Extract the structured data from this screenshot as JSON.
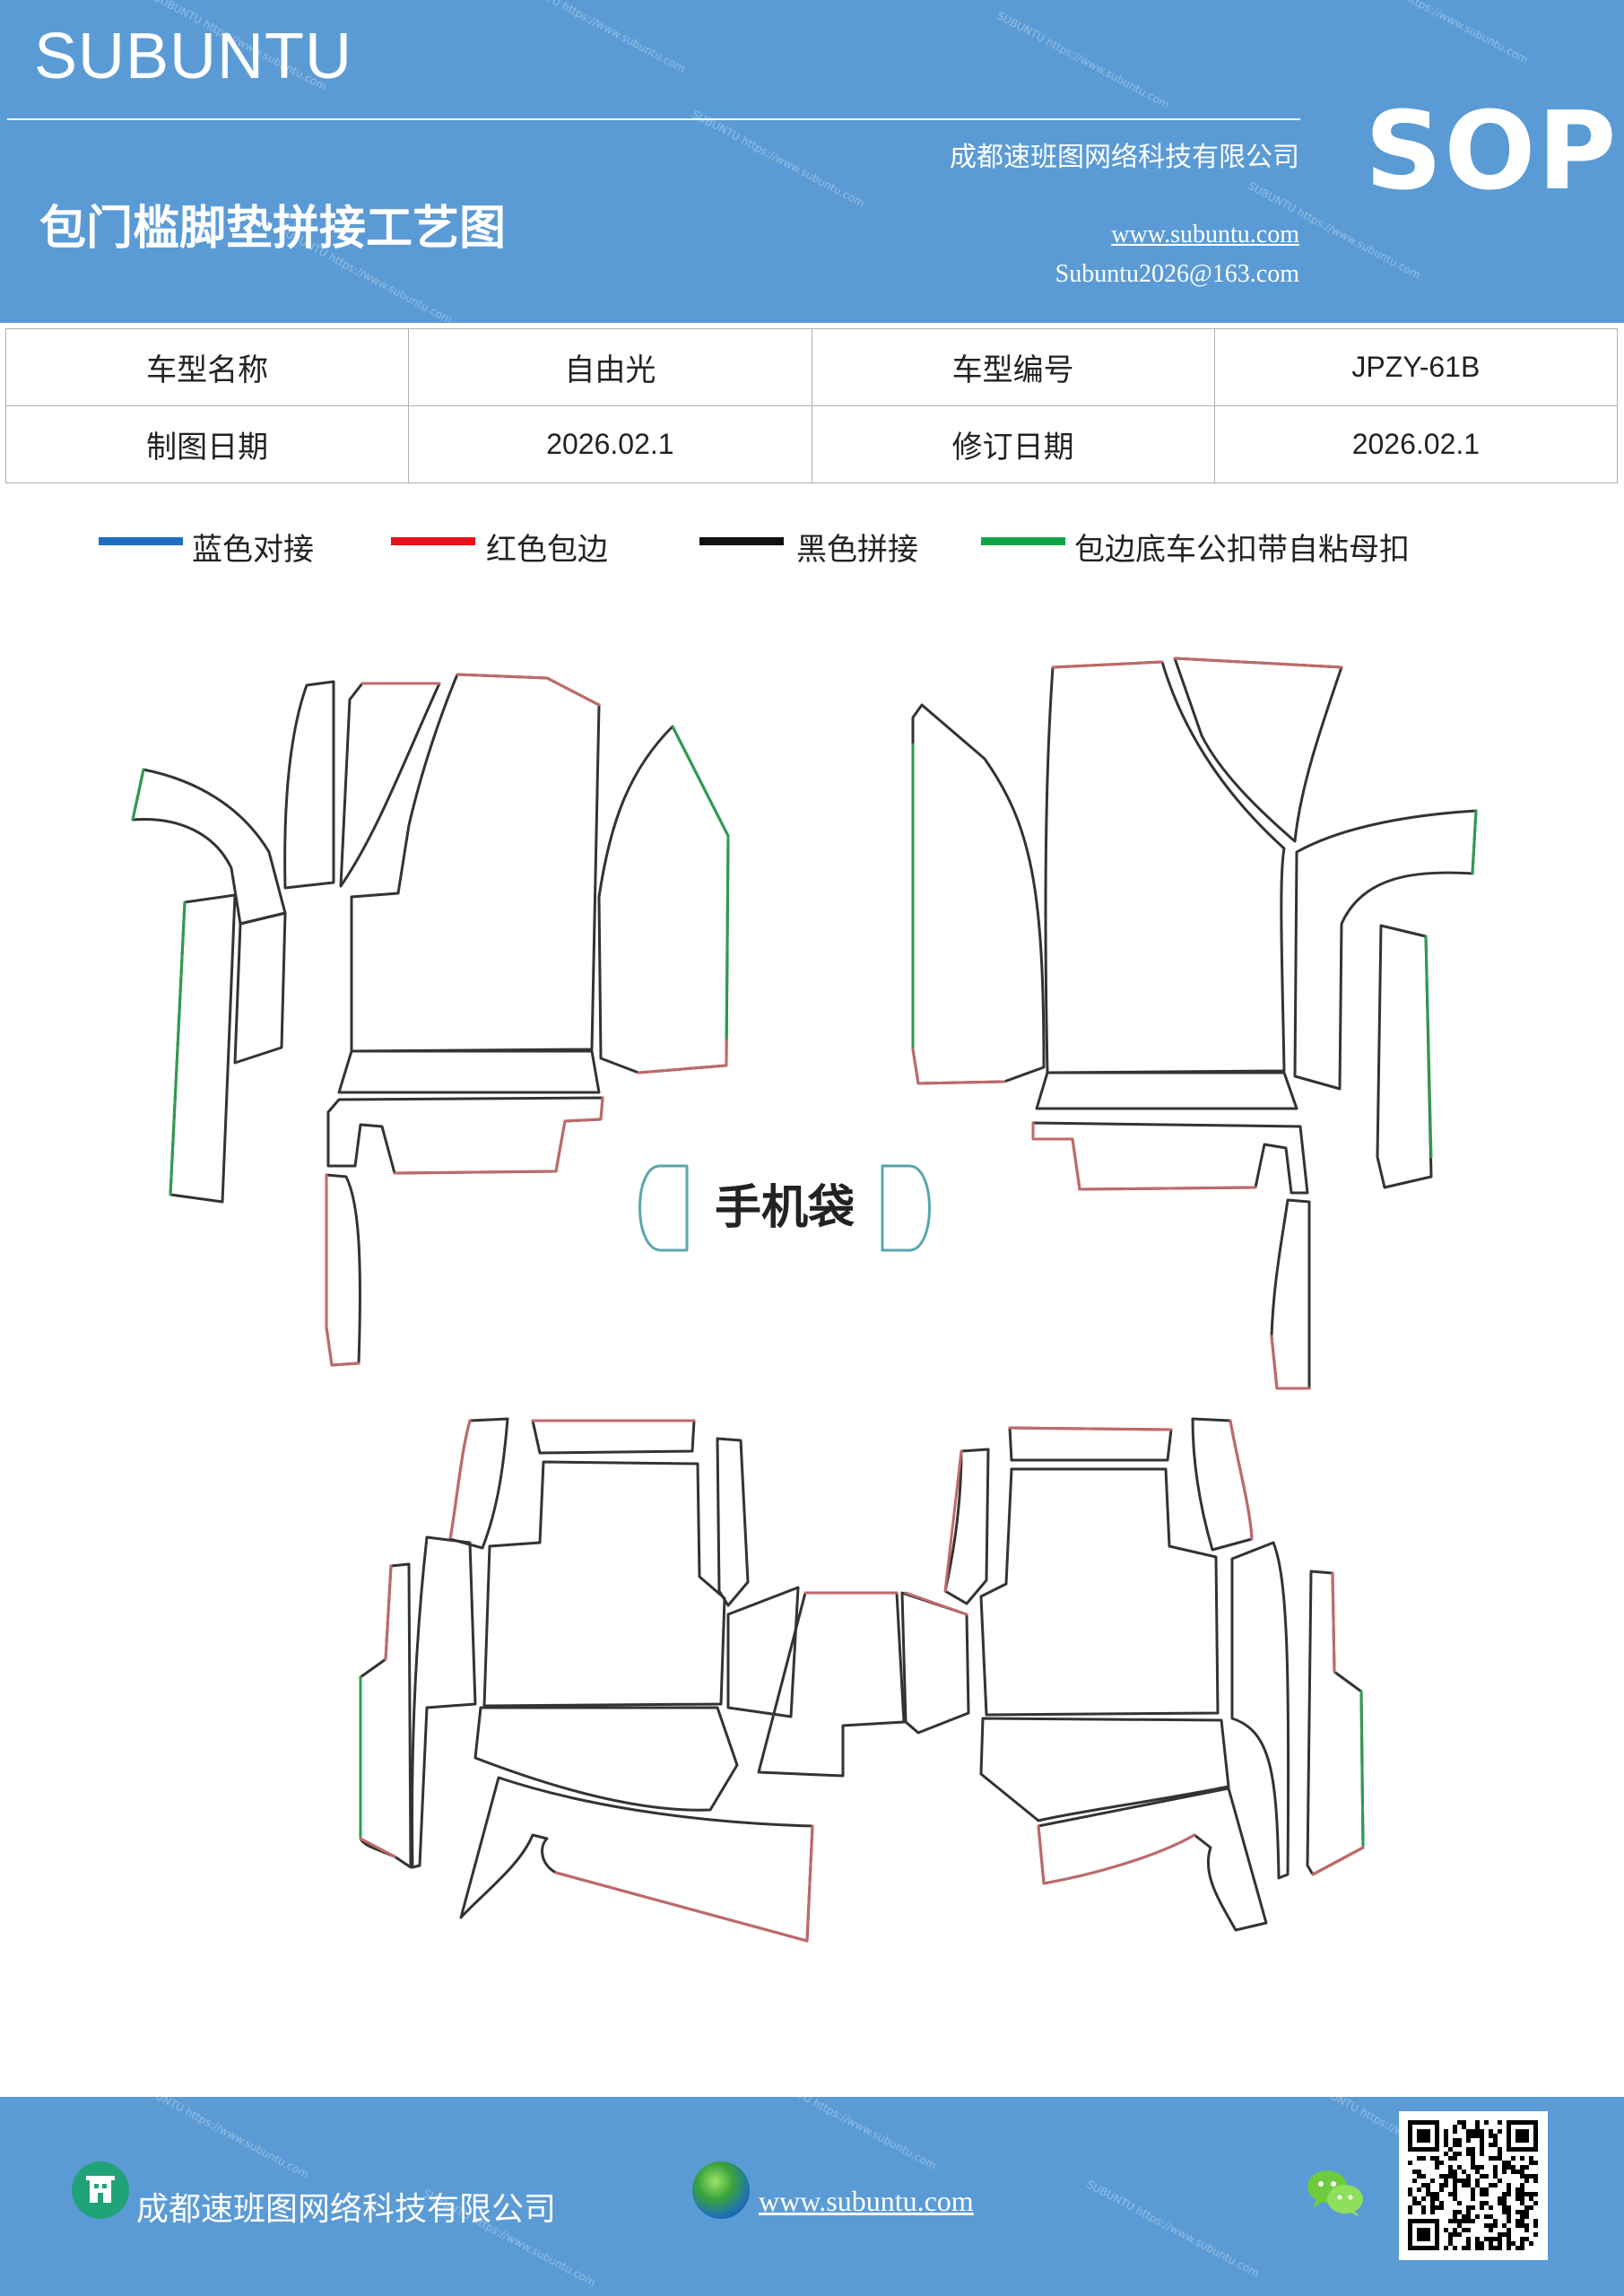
{
  "header": {
    "brand": "SUBUNTU",
    "company": "成都速班图网络科技有限公司",
    "title": "包门槛脚垫拼接工艺图",
    "website": "www.subuntu.com",
    "email": "Subuntu2026@163.com",
    "badge": "SOP"
  },
  "info_table": {
    "rows": [
      [
        "车型名称",
        "自由光",
        "车型编号",
        "JPZY-61B"
      ],
      [
        "制图日期",
        "2026.02.1",
        "修订日期",
        "2026.02.1"
      ]
    ]
  },
  "legend": [
    {
      "label": "蓝色对接",
      "color": "#1f6fc0"
    },
    {
      "label": "红色包边",
      "color": "#e8141b"
    },
    {
      "label": "黑色拼接",
      "color": "#111111"
    },
    {
      "label": "包边底车公扣带自粘母扣",
      "color": "#11a54a"
    }
  ],
  "diagram": {
    "center_label": "手机袋",
    "colors": {
      "seam": "#333333",
      "edge": "#c0696b",
      "velcro": "#2e9c4f",
      "pocket": "#5aa6ae"
    }
  },
  "footer": {
    "company": "成都速班图网络科技有限公司",
    "website": "www.subuntu.com",
    "icons": [
      "building-icon",
      "globe-icon",
      "wechat-icon",
      "qr-code"
    ]
  }
}
